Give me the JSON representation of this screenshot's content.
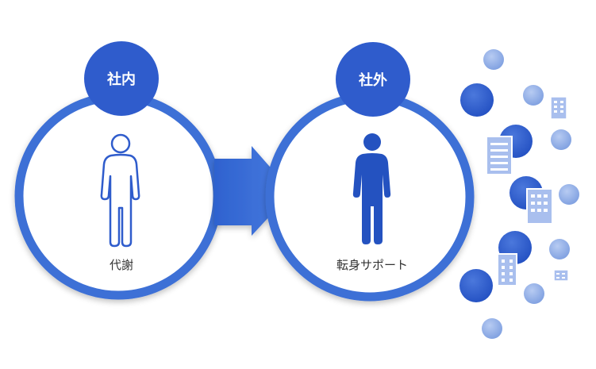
{
  "internal": {
    "badge_label": "社内",
    "caption": "代謝",
    "figure_icon": "person-outline-icon"
  },
  "external": {
    "badge_label": "社外",
    "caption": "転身サポート",
    "figure_icon": "person-filled-icon"
  },
  "arrow_icon": "arrow-right-icon",
  "colors": {
    "ring": "#3d6fd6",
    "badge": "#2f5ccc",
    "figure": "#2452c0",
    "outline_figure": "#2f5ccc",
    "bubble_dark": "#2b59c9",
    "bubble_light": "#8faee6",
    "building": "#a9bfee",
    "arrow": "#3a6bd3",
    "caption_text": "#333333"
  }
}
